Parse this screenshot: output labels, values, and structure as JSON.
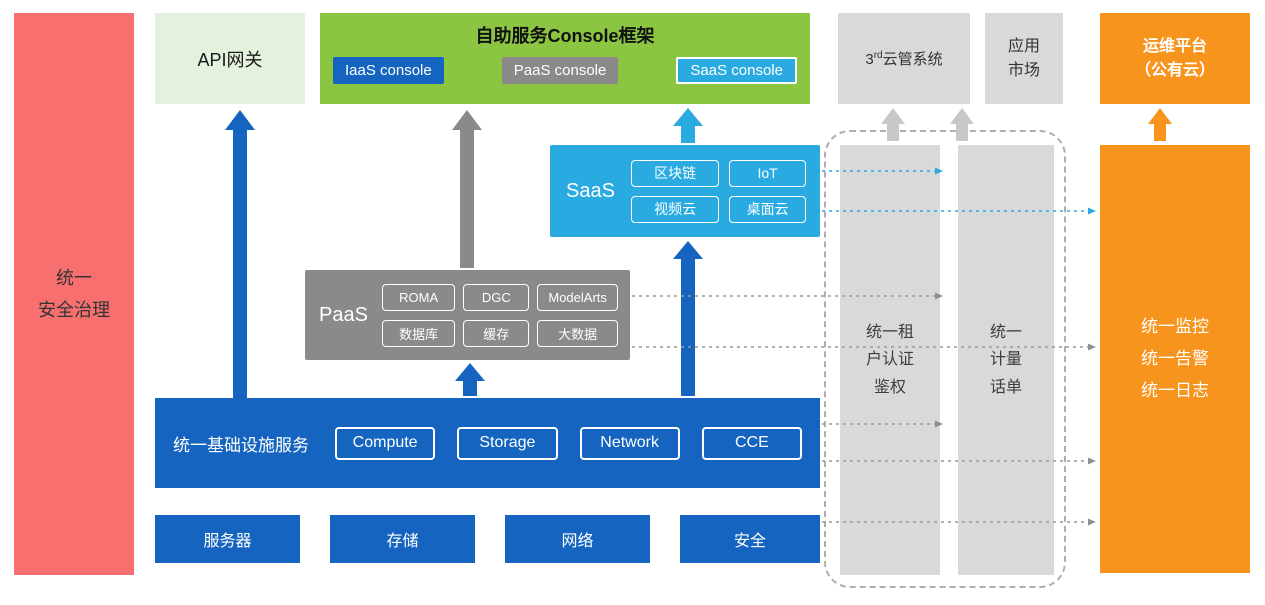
{
  "security_bar": {
    "label": "统一\n安全治理"
  },
  "api_gateway": {
    "label": "API网关"
  },
  "console_frame": {
    "title": "自助服务Console框架",
    "consoles": [
      {
        "label": "IaaS console"
      },
      {
        "label": "PaaS console"
      },
      {
        "label": "SaaS console"
      }
    ]
  },
  "third_party_cloud": {
    "prefix": "3",
    "sup": "rd",
    "suffix": "云管系统"
  },
  "app_market": {
    "label": "应用\n市场"
  },
  "om_platform": {
    "label": "运维平台\n（公有云）"
  },
  "saas": {
    "label": "SaaS",
    "items": [
      "区块链",
      "IoT",
      "视频云",
      "桌面云"
    ]
  },
  "paas": {
    "label": "PaaS",
    "items": [
      "ROMA",
      "DGC",
      "ModelArts",
      "数据库",
      "缓存",
      "大数据"
    ]
  },
  "iaas": {
    "label": "统一基础设施服务",
    "items": [
      "Compute",
      "Storage",
      "Network",
      "CCE"
    ]
  },
  "hardware": {
    "items": [
      "服务器",
      "存储",
      "网络",
      "安全"
    ]
  },
  "auth_bar": {
    "label": "统一租\n户认证\n鉴权"
  },
  "metering_bar": {
    "label": "统一\n计量\n话单"
  },
  "monitor_bar": {
    "label": "统一监控\n统一告警\n统一日志"
  },
  "colors": {
    "red": "#f7706f",
    "api_green": "#e3f1dd",
    "console_green": "#8cc541",
    "blue": "#1565c0",
    "gray": "#8a8a8a",
    "light_gray": "#d9d9d9",
    "cyan": "#29abe2",
    "orange": "#f7941e"
  }
}
